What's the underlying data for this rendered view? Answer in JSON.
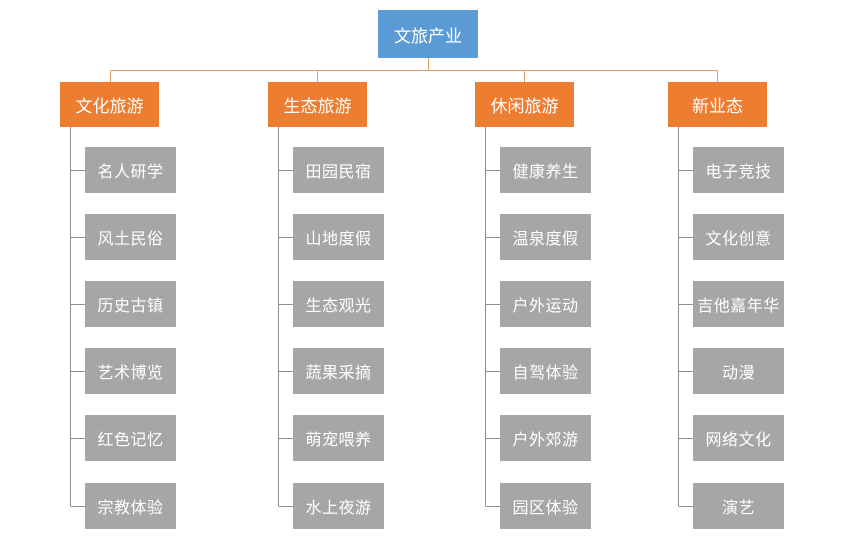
{
  "colors": {
    "root": "#5B9BD5",
    "category": "#ED7D31",
    "leaf": "#A6A6A6",
    "connector_top": "#E0A06A",
    "connector_branch": "#8F8F8F"
  },
  "root": {
    "label": "文旅产业"
  },
  "categories": [
    {
      "label": "文化旅游",
      "items": [
        "名人研学",
        "风土民俗",
        "历史古镇",
        "艺术博览",
        "红色记忆",
        "宗教体验"
      ]
    },
    {
      "label": "生态旅游",
      "items": [
        "田园民宿",
        "山地度假",
        "生态观光",
        "蔬果采摘",
        "萌宠喂养",
        "水上夜游"
      ]
    },
    {
      "label": "休闲旅游",
      "items": [
        "健康养生",
        "温泉度假",
        "户外运动",
        "自驾体验",
        "户外郊游",
        "园区体验"
      ]
    },
    {
      "label": "新业态",
      "items": [
        "电子竞技",
        "文化创意",
        "吉他嘉年华",
        "动漫",
        "网络文化",
        "演艺"
      ]
    }
  ]
}
